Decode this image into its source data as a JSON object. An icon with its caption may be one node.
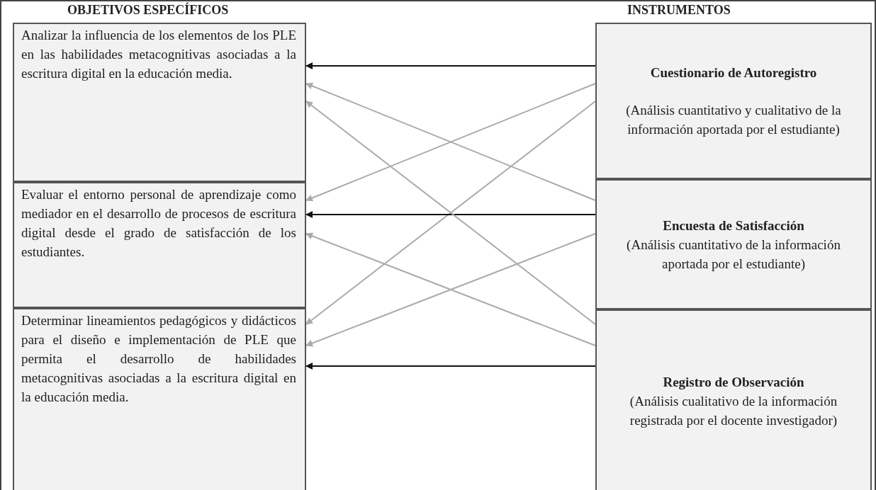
{
  "diagram": {
    "nodes": [
      {
        "text": [
          "Analizar la influencia de los elementos de los PLE en las habilidades metacognitivas asociadas a la escritura digital en la educación media."
        ]
      },
      {
        "text": [
          "Evaluar el entorno personal de aprendizaje como mediador en el desarrollo de procesos de escritura digital desde el grado de satisfacción de los estudiantes."
        ]
      },
      {
        "text": [
          "Determinar lineamientos pedagógicos y didácticos para el diseño e implementación de PLE que permita el desarrollo de habilidades metacognitivas asociadas a la escritura digital en la educación media."
        ]
      },
      {
        "text": [
          "Cuestionario de Autoregistro",
          "(Análisis cuantitativo y cualitativo de la información aportada por el estudiante)"
        ]
      },
      {
        "text": [
          "Encuesta de Satisfacción",
          "(Análisis cuantitativo de la información aportada por el estudiante)"
        ]
      },
      {
        "text": [
          "Registro de Observación",
          "(Análisis cualitativo de la información registrada por el docente investigador)"
        ]
      }
    ],
    "edges": [
      {
        "from": 3,
        "to": 0,
        "arrow": "to",
        "color": "#111111"
      },
      {
        "from": 3,
        "to": 1,
        "arrow": "to"
      },
      {
        "from": 3,
        "to": 2,
        "arrow": "to"
      },
      {
        "from": 4,
        "to": 0,
        "arrow": "to"
      },
      {
        "from": 4,
        "to": 1,
        "arrow": "to",
        "color": "#111111"
      },
      {
        "from": 4,
        "to": 2,
        "arrow": "to"
      },
      {
        "from": 5,
        "to": 0,
        "arrow": "to"
      },
      {
        "from": 5,
        "to": 1,
        "arrow": "to"
      },
      {
        "from": 5,
        "to": 2,
        "arrow": "to",
        "color": "#111111"
      }
    ],
    "labels": [
      "OBJETIVOS ESPECÍFICOS",
      "INSTRUMENTOS"
    ]
  }
}
